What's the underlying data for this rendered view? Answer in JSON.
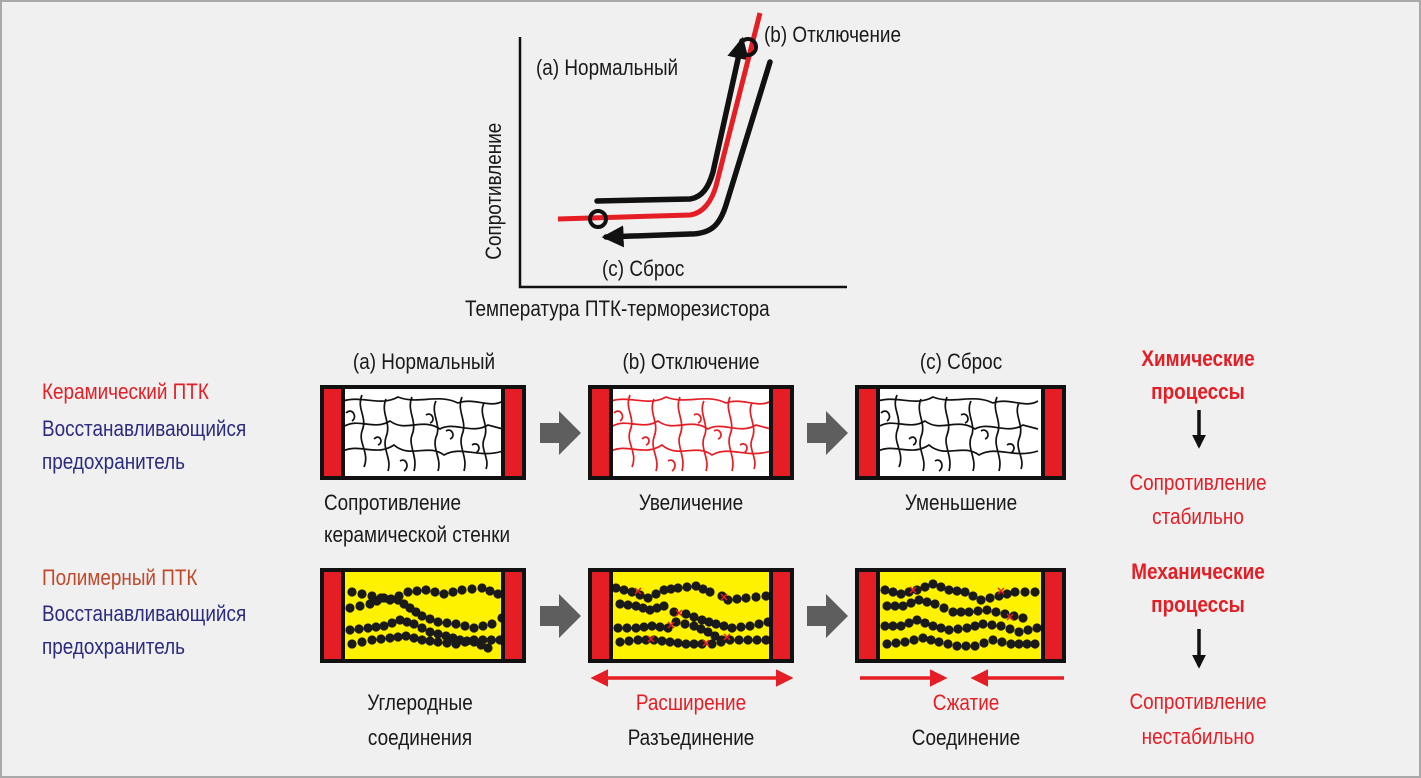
{
  "graph": {
    "y_axis_label": "Сопротивление",
    "x_axis_label": "Температура ПТК-терморезистора",
    "normal_label": "(a) Нормальный",
    "trip_label": "(b) Отключение",
    "reset_label": "(c) Сброс"
  },
  "columns": {
    "normal": "(a) Нормальный",
    "trip": "(b) Отключение",
    "reset": "(c) Сброс"
  },
  "ceramic": {
    "title": "Керамический ПТК",
    "fuse_line1": "Восстанавливающийся",
    "fuse_line2": "предохранитель",
    "caption_normal_line1": "Сопротивление",
    "caption_normal_line2": "керамической стенки",
    "caption_trip": "Увеличение",
    "caption_reset": "Уменьшение",
    "process_line1": "Химические",
    "process_line2": "процессы",
    "result_line1": "Сопротивление",
    "result_line2": "стабильно"
  },
  "polymer": {
    "title": "Полимерный ПТК",
    "fuse_line1": "Восстанавливающийся",
    "fuse_line2": "предохранитель",
    "caption_normal_line1": "Углеродные",
    "caption_normal_line2": "соединения",
    "caption_trip_red": "Расширение",
    "caption_trip": "Разъединение",
    "caption_reset_red": "Сжатие",
    "caption_reset": "Соединение",
    "process_line1": "Механические",
    "process_line2": "процессы",
    "result_line1": "Сопротивление",
    "result_line2": "нестабильно"
  },
  "colors": {
    "background": "#f0f0f0",
    "frame": "#a9a9a9",
    "accent_red": "#e51d24",
    "navy": "#2b2c7e",
    "polymer_fill": "#fff200",
    "chain": "#1a1a1a"
  }
}
